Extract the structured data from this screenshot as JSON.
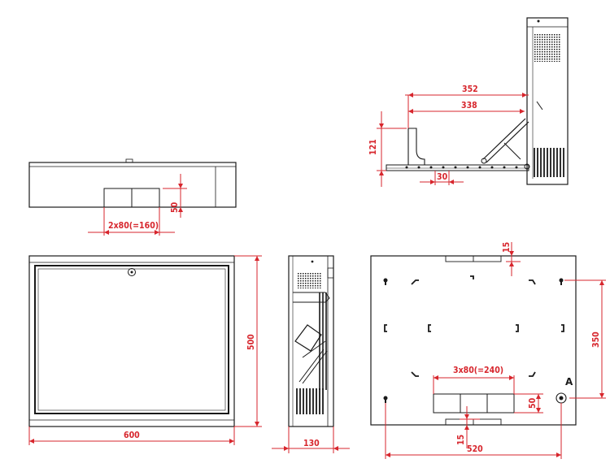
{
  "top_view": {
    "dim_width": "2x80(=160)",
    "dim_height": "50"
  },
  "side_view": {
    "dim_352": "352",
    "dim_338": "338",
    "dim_121": "121",
    "dim_30": "30"
  },
  "front_view": {
    "dim_width": "600",
    "dim_height": "500"
  },
  "section_view": {
    "dim_depth": "130"
  },
  "back_view": {
    "dim_15_top": "15",
    "dim_holes": "3x80(=240)",
    "dim_50": "50",
    "dim_350": "350",
    "dim_15_bottom": "15",
    "dim_520": "520",
    "label_a": "A"
  },
  "colors": {
    "line": "#1a1a1a",
    "dimension": "#d7262d"
  }
}
